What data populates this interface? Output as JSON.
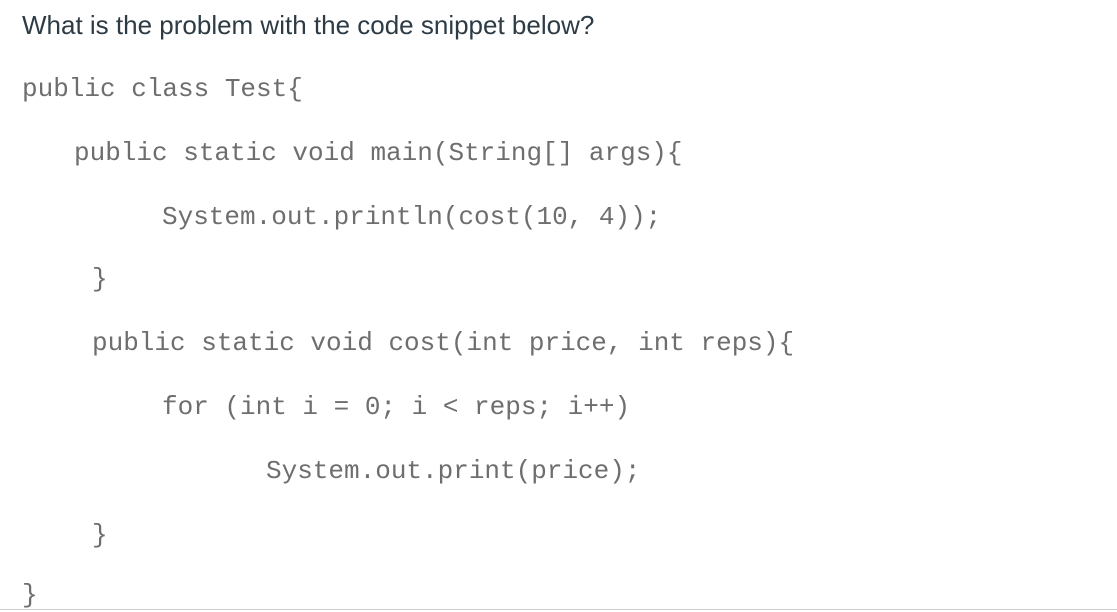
{
  "question": {
    "prompt": "What is the problem with the code snippet below?"
  },
  "code": {
    "lines": [
      "public class Test{",
      "public static void main(String[] args){",
      "System.out.println(cost(10, 4));",
      "}",
      "public static void cost(int price, int reps){",
      "for (int i = 0; i < reps; i++)",
      "System.out.print(price);",
      "}",
      "}"
    ]
  }
}
